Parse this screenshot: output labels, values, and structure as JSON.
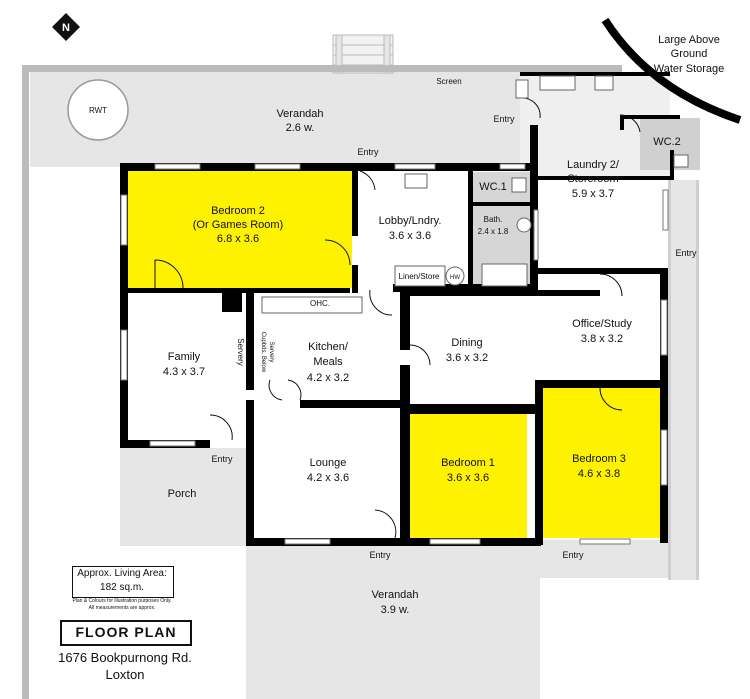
{
  "colors": {
    "highlight": "#FFF200",
    "wall": "#000000",
    "outdoor": "#e6e6e6",
    "wet": "#d6d6d6"
  },
  "icons": [
    "north-arrow-icon",
    "water-tank-icon"
  ],
  "tank_label": [
    "Large Above",
    "Ground",
    "Water Storage"
  ],
  "rooms": {
    "verandah_top": {
      "name": "Verandah",
      "size": "2.6 w."
    },
    "bedroom2": {
      "name": "Bedroom 2",
      "sub": "(Or Games Room)",
      "size": "6.8 x 3.6"
    },
    "lobby": {
      "name": "Lobby/Lndry.",
      "size": "3.6 x 3.6"
    },
    "wc1": {
      "name": "WC.1"
    },
    "bath": {
      "name": "Bath.",
      "size": "2.4 x 1.8"
    },
    "laundry2": {
      "name": "Laundry 2/",
      "sub": "Storeroom",
      "size": "5.9 x 3.7"
    },
    "wc2": {
      "name": "WC.2"
    },
    "family": {
      "name": "Family",
      "size": "4.3 x 3.7"
    },
    "kitchen": {
      "name": "Kitchen/",
      "sub": "Meals",
      "size": "4.2 x 3.2"
    },
    "dining": {
      "name": "Dining",
      "size": "3.6 x 3.2"
    },
    "office": {
      "name": "Office/Study",
      "size": "3.8 x 3.2"
    },
    "lounge": {
      "name": "Lounge",
      "size": "4.2 x 3.6"
    },
    "bedroom1": {
      "name": "Bedroom 1",
      "size": "3.6 x 3.6"
    },
    "bedroom3": {
      "name": "Bedroom 3",
      "size": "4.6 x 3.8"
    },
    "porch": {
      "name": "Porch"
    },
    "verandah_bottom": {
      "name": "Verandah",
      "size": "3.9 w."
    }
  },
  "fixtures": {
    "rwt": "RWT",
    "screen": "Screen",
    "ohc": "OHC.",
    "linen": "Linen/Store",
    "hw": "HW",
    "servery": "Servery",
    "cupbds": "Cupbds. Below",
    "servery2": "Servery"
  },
  "entries": [
    "Entry",
    "Entry",
    "Entry",
    "Entry",
    "Entry",
    "Entry"
  ],
  "legend": {
    "area_label": "Approx. Living Area:",
    "area_value": "182 sq.m.",
    "disclaimer1": "Plan & Colours for illustration purposes Only.",
    "disclaimer2": "All measurements are approx.",
    "title": "FLOOR PLAN",
    "address1": "1676 Bookpurnong Rd.",
    "address2": "Loxton"
  }
}
